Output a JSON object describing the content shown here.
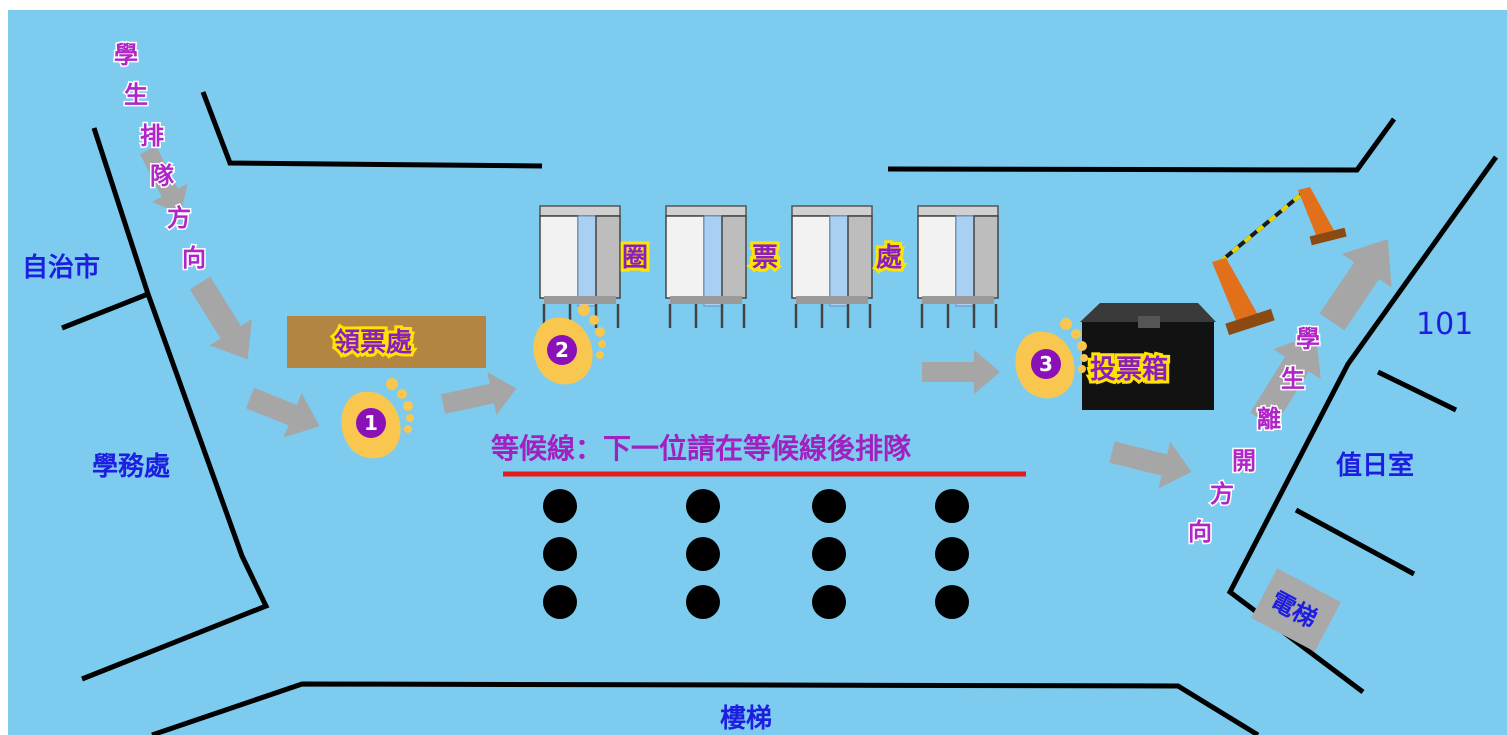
{
  "rooms": {
    "self_gov": "自治市",
    "academic": "學務處",
    "room101": "101",
    "duty": "值日室",
    "elevator": "電梯",
    "stairs": "樓梯"
  },
  "directions": {
    "queue": [
      "學",
      "生",
      "排",
      "隊",
      "方",
      "向"
    ],
    "exit": [
      "學",
      "生",
      "離",
      "開",
      "方",
      "向"
    ]
  },
  "stations": {
    "ballot_pickup": "領票處",
    "voting_booths": [
      "圈",
      "票",
      "處"
    ],
    "ballot_box": "投票箱"
  },
  "steps": [
    "1",
    "2",
    "3"
  ],
  "waiting_line": "等候線：下一位請在等候線後排隊",
  "colors": {
    "floor": "#7dcbef",
    "wall": "#000000",
    "arrow": "#a6a6a6",
    "footprint": "#f9c74f",
    "step_badge": "#8a10b8",
    "waiting_line": "#e41b1b",
    "pickup_desk": "#b38542"
  }
}
